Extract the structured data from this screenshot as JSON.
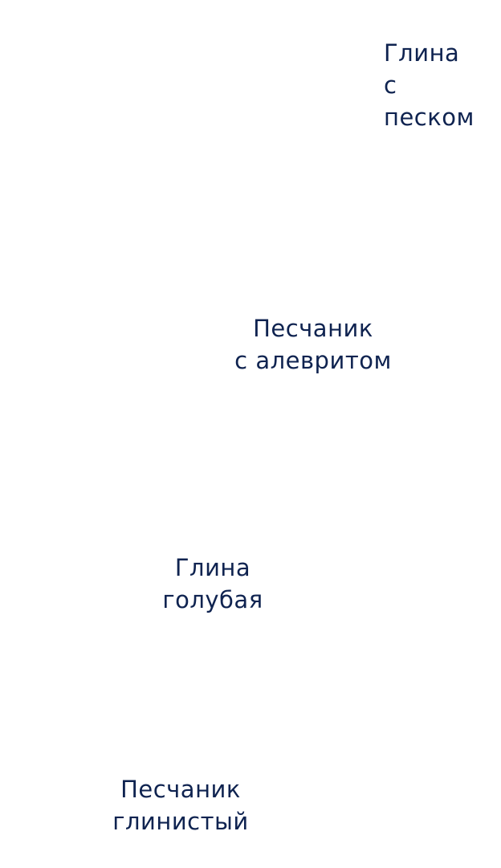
{
  "diagram": {
    "title": "",
    "background": "#ffffff",
    "text_color": "#0f2350",
    "labels": [
      {
        "id": "clay-with-sand",
        "lines": [
          "Глина",
          "с",
          "песком"
        ],
        "align": "left"
      },
      {
        "id": "sandstone-with-siltstone",
        "lines": [
          "Песчаник",
          "с алевритом"
        ],
        "align": "center"
      },
      {
        "id": "blue-clay",
        "lines": [
          "Глина",
          "голубая"
        ],
        "align": "center"
      },
      {
        "id": "clayey-sandstone",
        "lines": [
          "Песчаник",
          "глинистый"
        ],
        "align": "center"
      }
    ]
  }
}
